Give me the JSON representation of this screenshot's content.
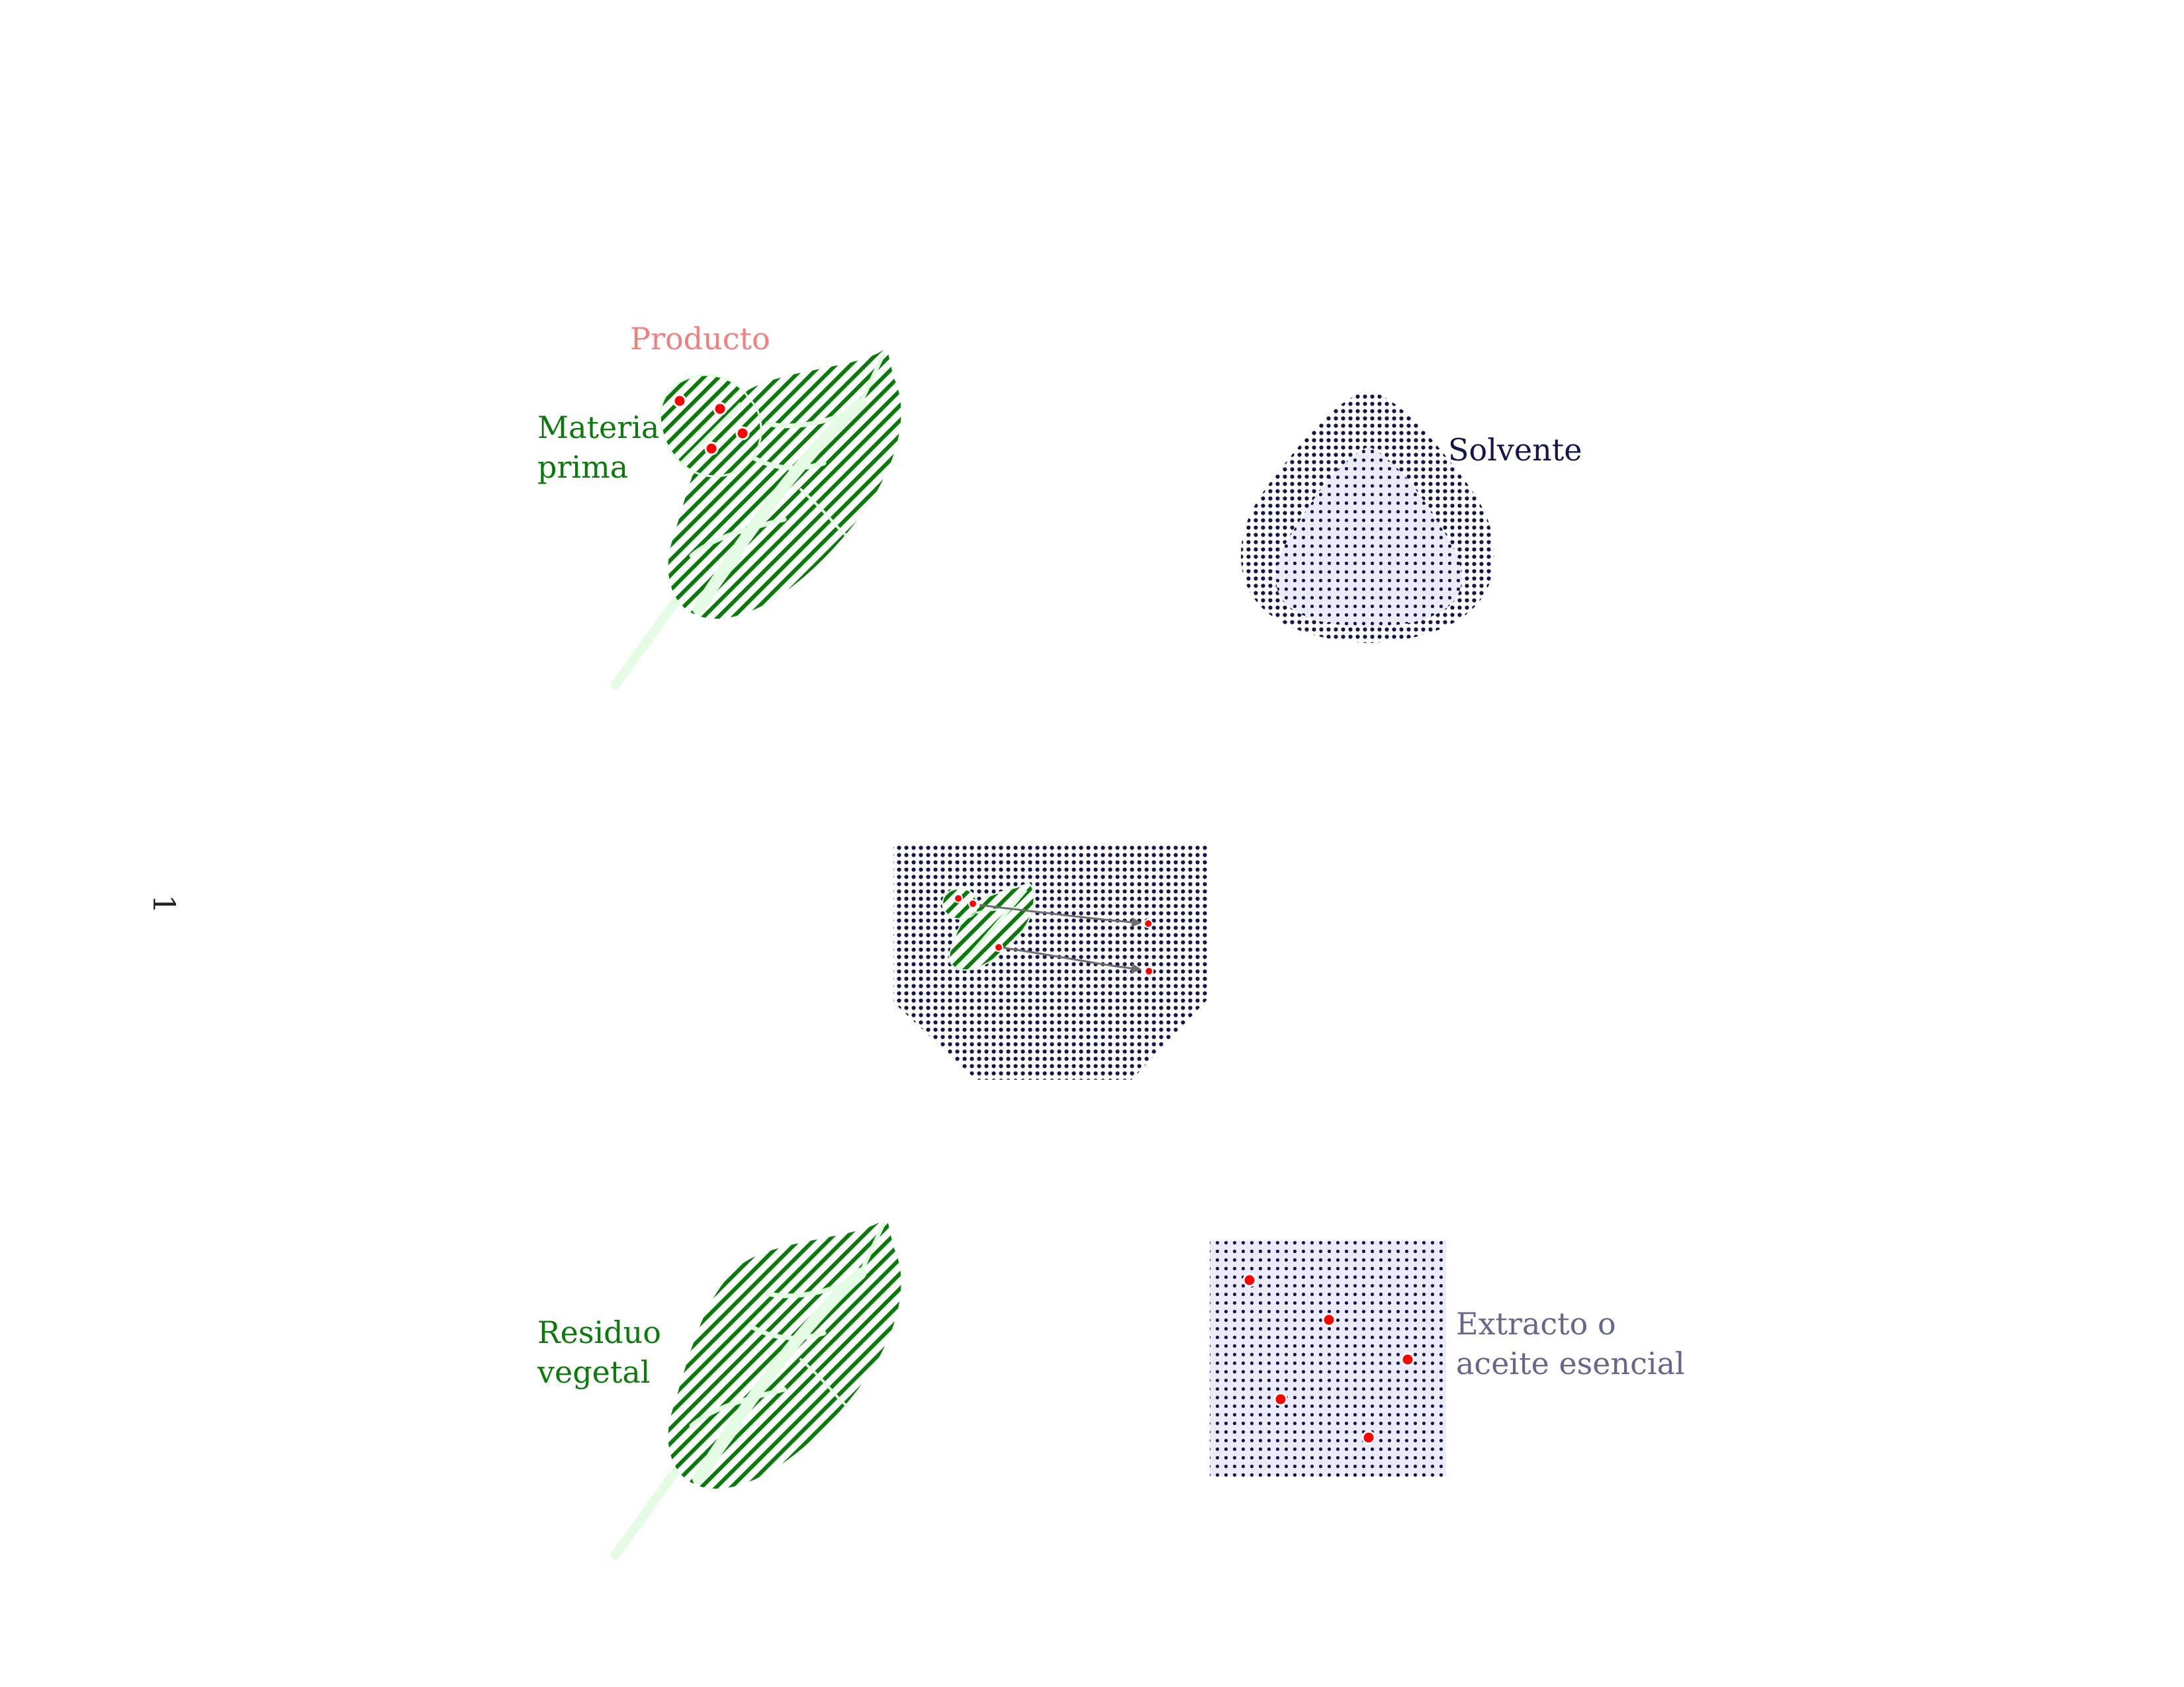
{
  "labels": {
    "producto": "Producto",
    "materia_prima": [
      "Materia",
      "prima"
    ],
    "solvente": "Solvente",
    "residuo_vegetal": [
      "Residuo",
      "vegetal"
    ],
    "extracto": [
      "Extracto o",
      "aceite esencial"
    ],
    "page_number": "1"
  },
  "colors": {
    "leaf": "#0a7a0a",
    "leaf_vein": "#e4fbe4",
    "solvent": "#14144e",
    "solvent_light": "#ecebfb",
    "product_dot": "#ff0000",
    "producto_text": "#f08080",
    "materia_text": "#0a7a0a",
    "solvente_text": "#14144e",
    "extracto_text": "#66668e",
    "page_number_text": "#222222",
    "arrow": "#6e6e6e"
  },
  "icons": [
    "leaf-icon",
    "solvent-drop-icon",
    "extraction-vessel-icon",
    "extract-square-icon"
  ]
}
